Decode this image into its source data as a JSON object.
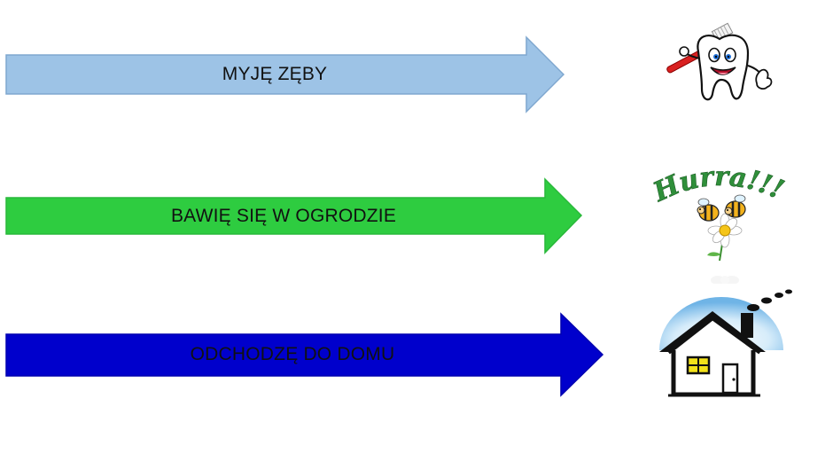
{
  "steps": [
    {
      "label": "MYJĘ ZĘBY",
      "arrow_color": "#9DC3E6",
      "arrow_stroke": "#7FA7CF",
      "picture": "tooth-with-toothbrush-icon"
    },
    {
      "label": "BAWIĘ SIĘ W OGRODZIE",
      "arrow_color": "#2ECC40",
      "arrow_stroke": "#29B83A",
      "picture": "hurra-bees-on-daisy-icon"
    },
    {
      "label": "ODCHODZĘ DO DOMU",
      "arrow_color": "#0000CC",
      "arrow_stroke": "#0000B0",
      "picture": "house-icon"
    }
  ],
  "hurra": {
    "text": "Hurra!!!"
  }
}
